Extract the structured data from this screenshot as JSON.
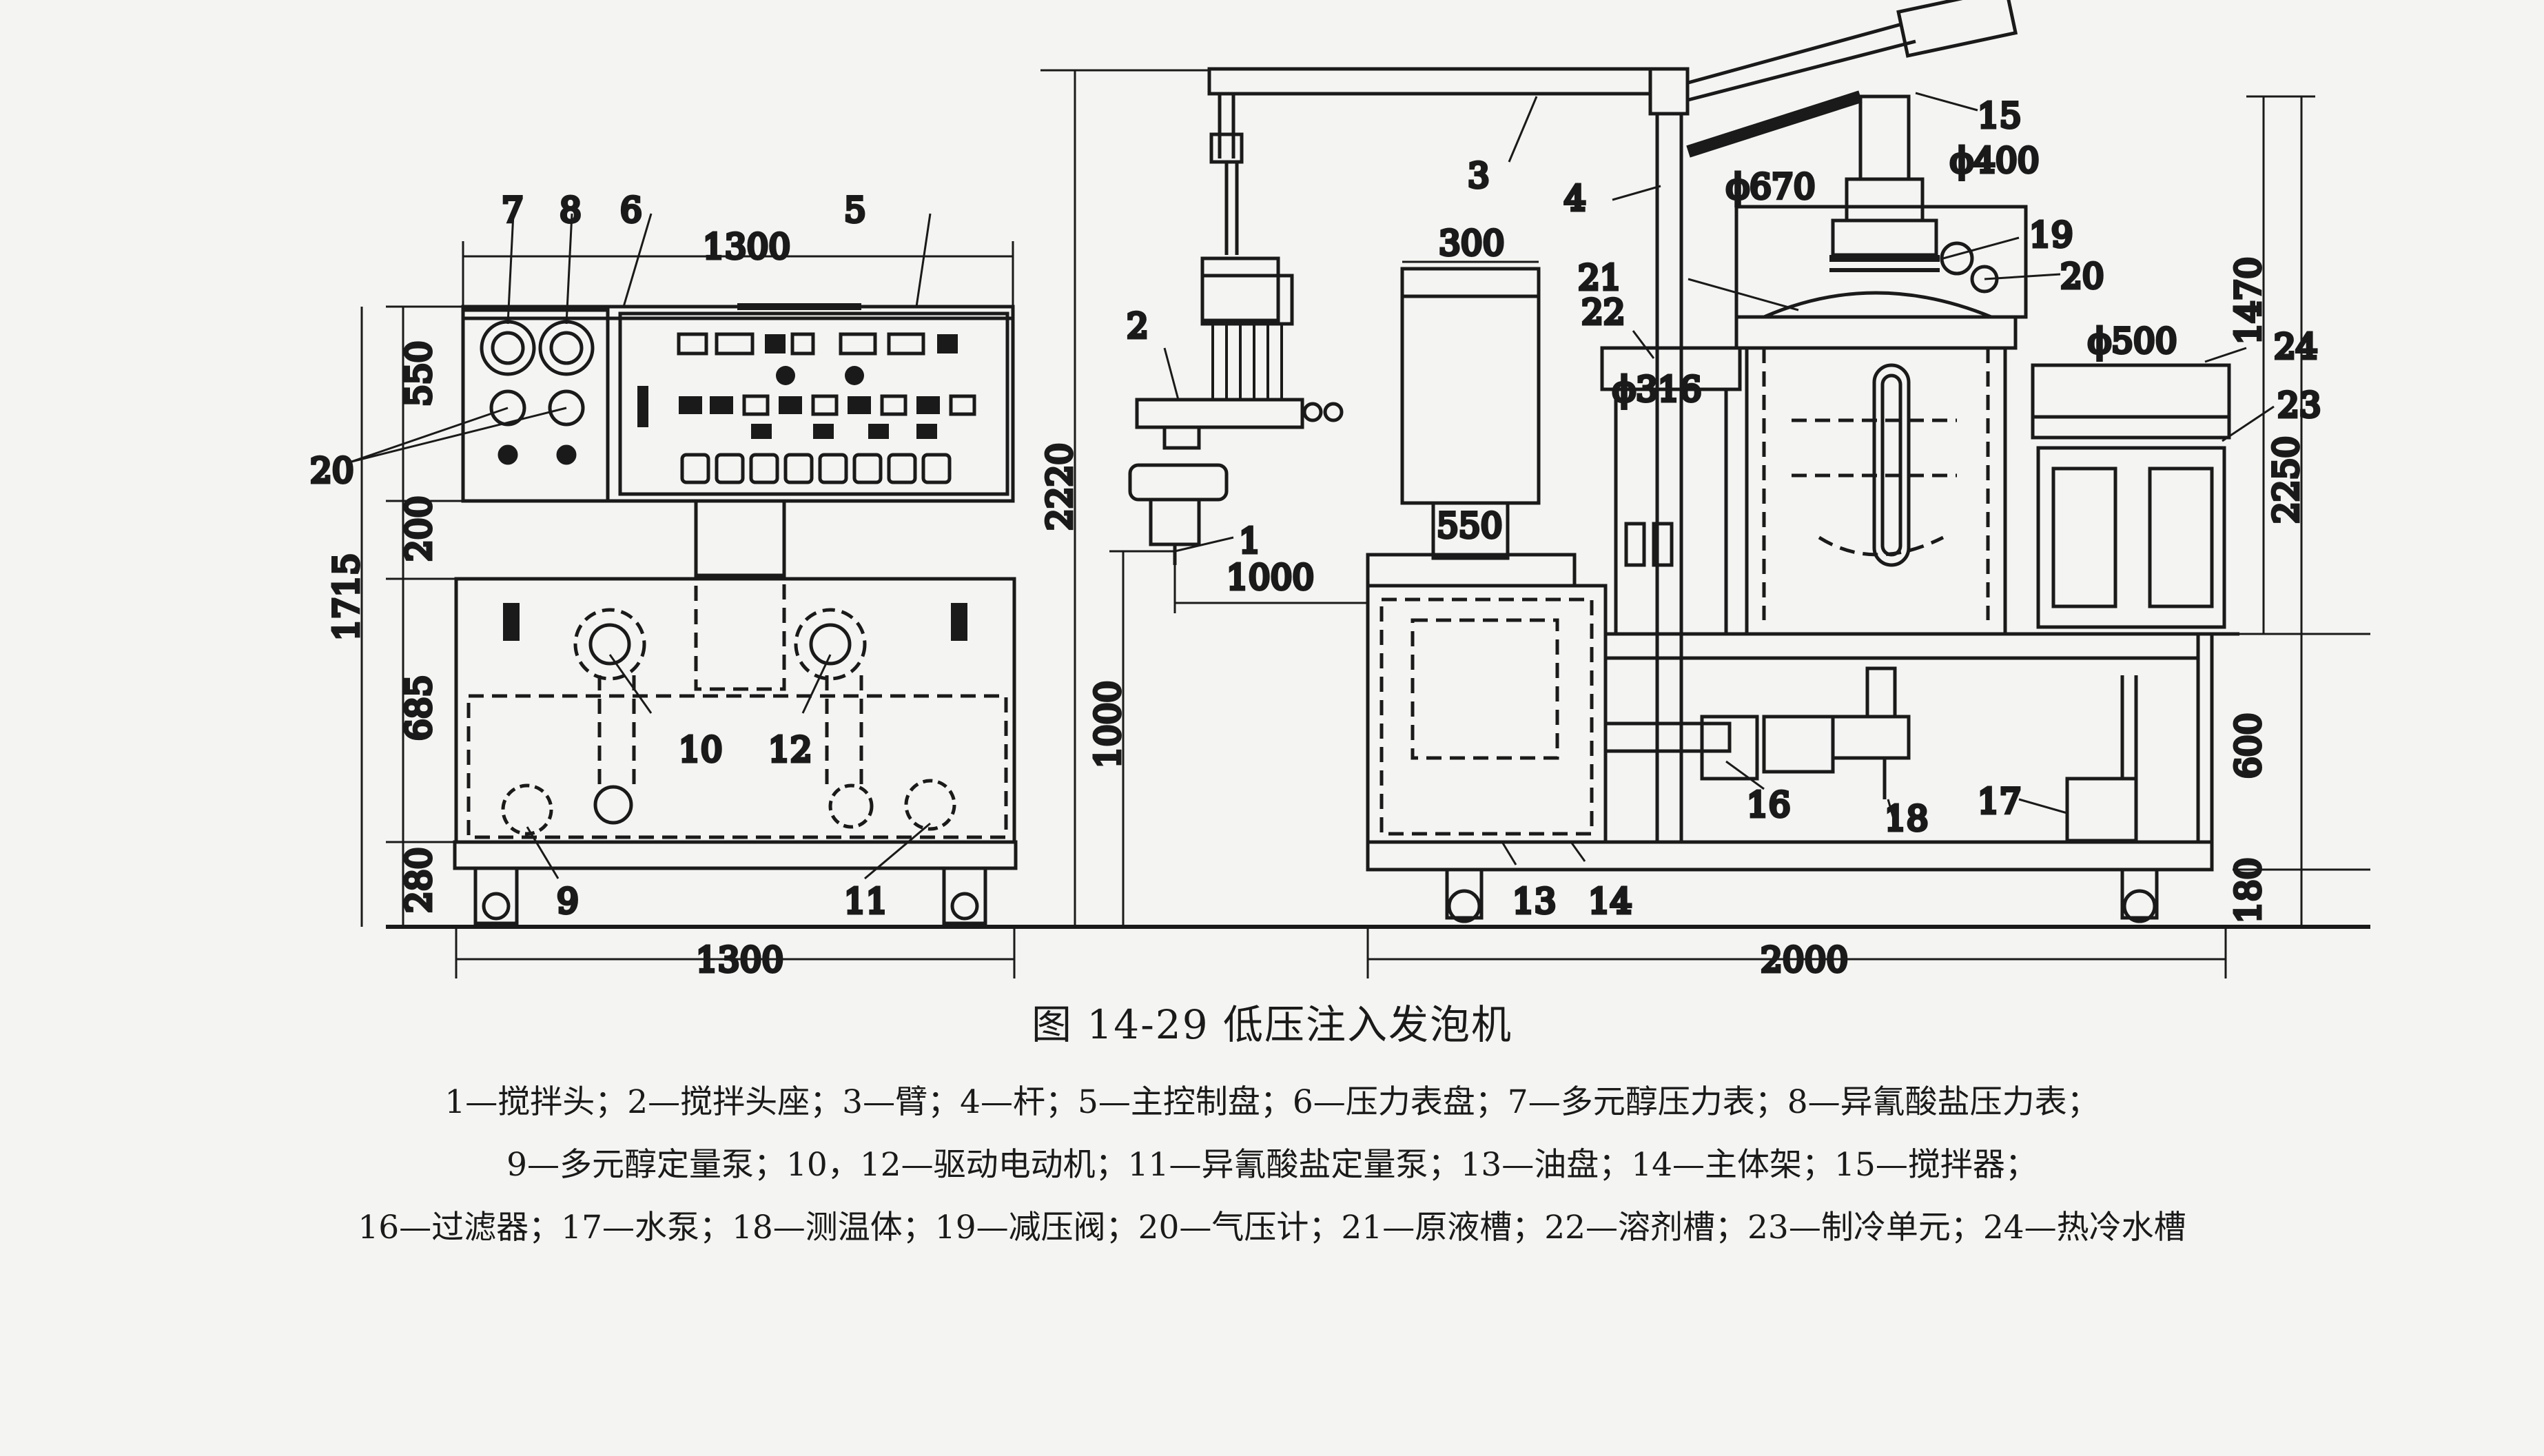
{
  "figure": {
    "caption": "图 14-29   低压注入发泡机",
    "legend": [
      "1—搅拌头；2—搅拌头座；3—臂；4—杆；5—主控制盘；6—压力表盘；7—多元醇压力表；8—异氰酸盐压力表；",
      "9—多元醇定量泵；10，12—驱动电动机；11—异氰酸盐定量泵；13—油盘；14—主体架；15—搅拌器；",
      "16—过滤器；17—水泵；18—测温体；19—减压阀；20—气压计；21—原液槽；22—溶剂槽；23—制冷单元；24—热冷水槽"
    ]
  },
  "dimensions": {
    "left_top_width": "1300",
    "left_bottom_width": "1300",
    "panel_height": "550",
    "gap_height": "200",
    "cabinet_height": "685",
    "base_height": "280",
    "total_left_height": "1715",
    "overall_height": "2220",
    "head_height": "1000",
    "head_reach": "1000",
    "tank_width": "300",
    "tank_base_width": "550",
    "main_width": "2000",
    "dia_670": "ϕ670",
    "dia_400": "ϕ400",
    "dia_316": "ϕ316",
    "dia_500": "ϕ500",
    "right_upper": "1470",
    "right_total": "2250",
    "frame_height": "600",
    "frame_base": "180"
  },
  "labels": {
    "n1": "1",
    "n2": "2",
    "n3": "3",
    "n4": "4",
    "n5": "5",
    "n6": "6",
    "n7": "7",
    "n8": "8",
    "n9": "9",
    "n10": "10",
    "n11": "11",
    "n12": "12",
    "n13": "13",
    "n14": "14",
    "n15": "15",
    "n16": "16",
    "n17": "17",
    "n18": "18",
    "n19": "19",
    "n20a": "20",
    "n20b": "20",
    "n21": "21",
    "n22": "22",
    "n23": "23",
    "n24": "24"
  }
}
